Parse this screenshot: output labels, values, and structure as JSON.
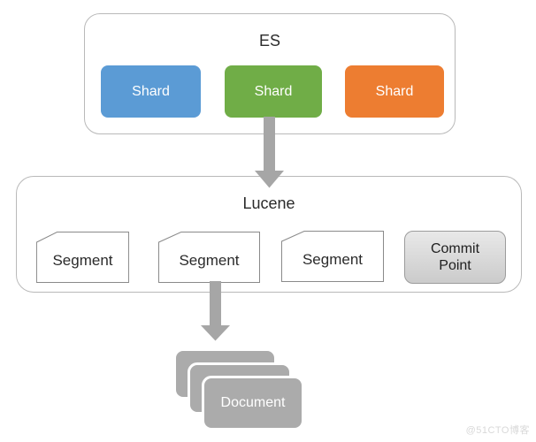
{
  "colors": {
    "shard_blue": "#5B9BD5",
    "shard_green": "#70AD47",
    "shard_orange": "#ED7D31",
    "arrow_gray": "#A6A6A6",
    "document_gray": "#ABABAB",
    "container_border": "#B9B9B9",
    "segment_border": "#8A8A8A",
    "commit_fill": "#D6D6D6",
    "commit_border": "#9C9C9C",
    "text_dark": "#2B2B2B",
    "text_light": "#FFFFFF"
  },
  "es_group": {
    "title": "ES",
    "shards": [
      {
        "label": "Shard",
        "color": "#5B9BD5"
      },
      {
        "label": "Shard",
        "color": "#70AD47"
      },
      {
        "label": "Shard",
        "color": "#ED7D31"
      }
    ]
  },
  "lucene_group": {
    "title": "Lucene",
    "segments": [
      {
        "label": "Segment"
      },
      {
        "label": "Segment"
      },
      {
        "label": "Segment"
      }
    ],
    "commit_point": {
      "line1": "Commit",
      "line2": "Point"
    }
  },
  "document_stack": {
    "label": "Document",
    "card_count": 3,
    "color": "#ABABAB"
  },
  "watermark": "@51CTO博客"
}
